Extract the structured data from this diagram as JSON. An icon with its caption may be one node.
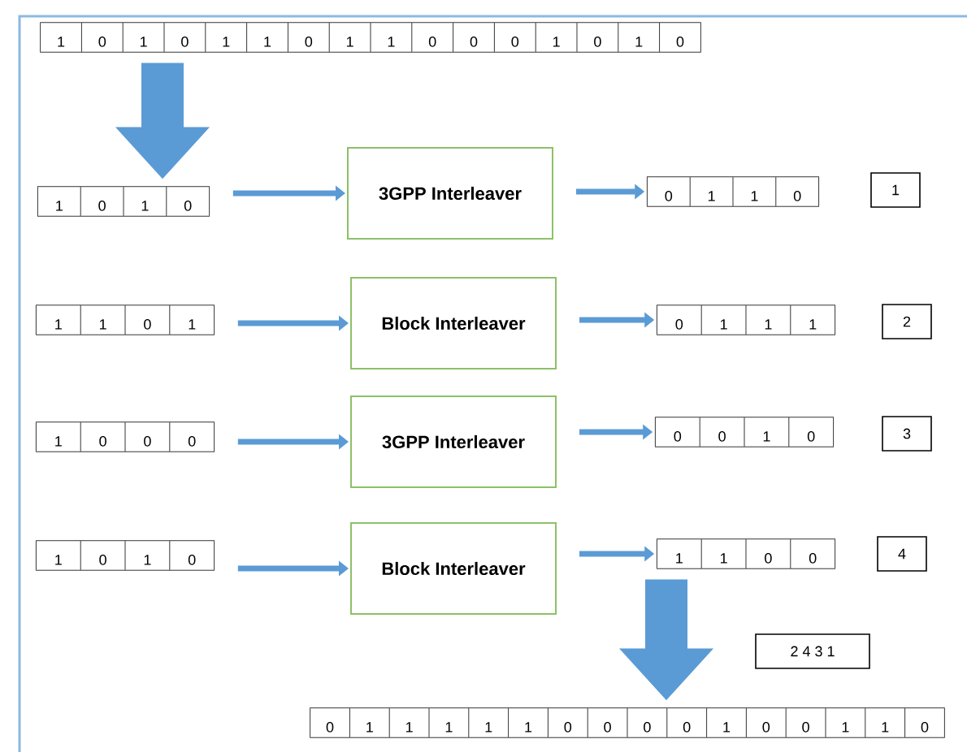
{
  "diagram": {
    "nodes": [
      {
        "text": [
          "1",
          "0",
          "1",
          "0",
          "1",
          "1",
          "0",
          "1",
          "1",
          "0",
          "0",
          "0",
          "1",
          "0",
          "1",
          "0"
        ]
      },
      {
        "text": [
          "1",
          "0",
          "1",
          "0"
        ]
      },
      {
        "text": [
          "3GPP Interleaver"
        ]
      },
      {
        "text": [
          "0",
          "1",
          "1",
          "0"
        ]
      },
      {
        "text": [
          "1"
        ]
      },
      {
        "text": [
          "1",
          "1",
          "0",
          "1"
        ]
      },
      {
        "text": [
          "Block Interleaver"
        ]
      },
      {
        "text": [
          "0",
          "1",
          "1",
          "1"
        ]
      },
      {
        "text": [
          "2"
        ]
      },
      {
        "text": [
          "1",
          "0",
          "0",
          "0"
        ]
      },
      {
        "text": [
          "3GPP Interleaver"
        ]
      },
      {
        "text": [
          "0",
          "0",
          "1",
          "0"
        ]
      },
      {
        "text": [
          "3"
        ]
      },
      {
        "text": [
          "1",
          "0",
          "1",
          "0"
        ]
      },
      {
        "text": [
          "Block Interleaver"
        ]
      },
      {
        "text": [
          "1",
          "1",
          "0",
          "0"
        ]
      },
      {
        "text": [
          "4"
        ]
      },
      {
        "text": [
          "2 4 3 1"
        ]
      },
      {
        "text": [
          "0",
          "1",
          "1",
          "1",
          "1",
          "1",
          "0",
          "0",
          "0",
          "0",
          "1",
          "0",
          "0",
          "1",
          "1",
          "0"
        ]
      }
    ],
    "edges": [
      {
        "from": 0,
        "to": 1,
        "arrow": "to",
        "style": "thick"
      },
      {
        "from": 1,
        "to": 2,
        "arrow": "to"
      },
      {
        "from": 2,
        "to": 3,
        "arrow": "to"
      },
      {
        "from": 5,
        "to": 6,
        "arrow": "to"
      },
      {
        "from": 6,
        "to": 7,
        "arrow": "to"
      },
      {
        "from": 9,
        "to": 10,
        "arrow": "to"
      },
      {
        "from": 10,
        "to": 11,
        "arrow": "to"
      },
      {
        "from": 13,
        "to": 14,
        "arrow": "to"
      },
      {
        "from": 14,
        "to": 15,
        "arrow": "to"
      },
      {
        "from": 15,
        "to": 18,
        "arrow": "to",
        "style": "thick"
      }
    ]
  }
}
